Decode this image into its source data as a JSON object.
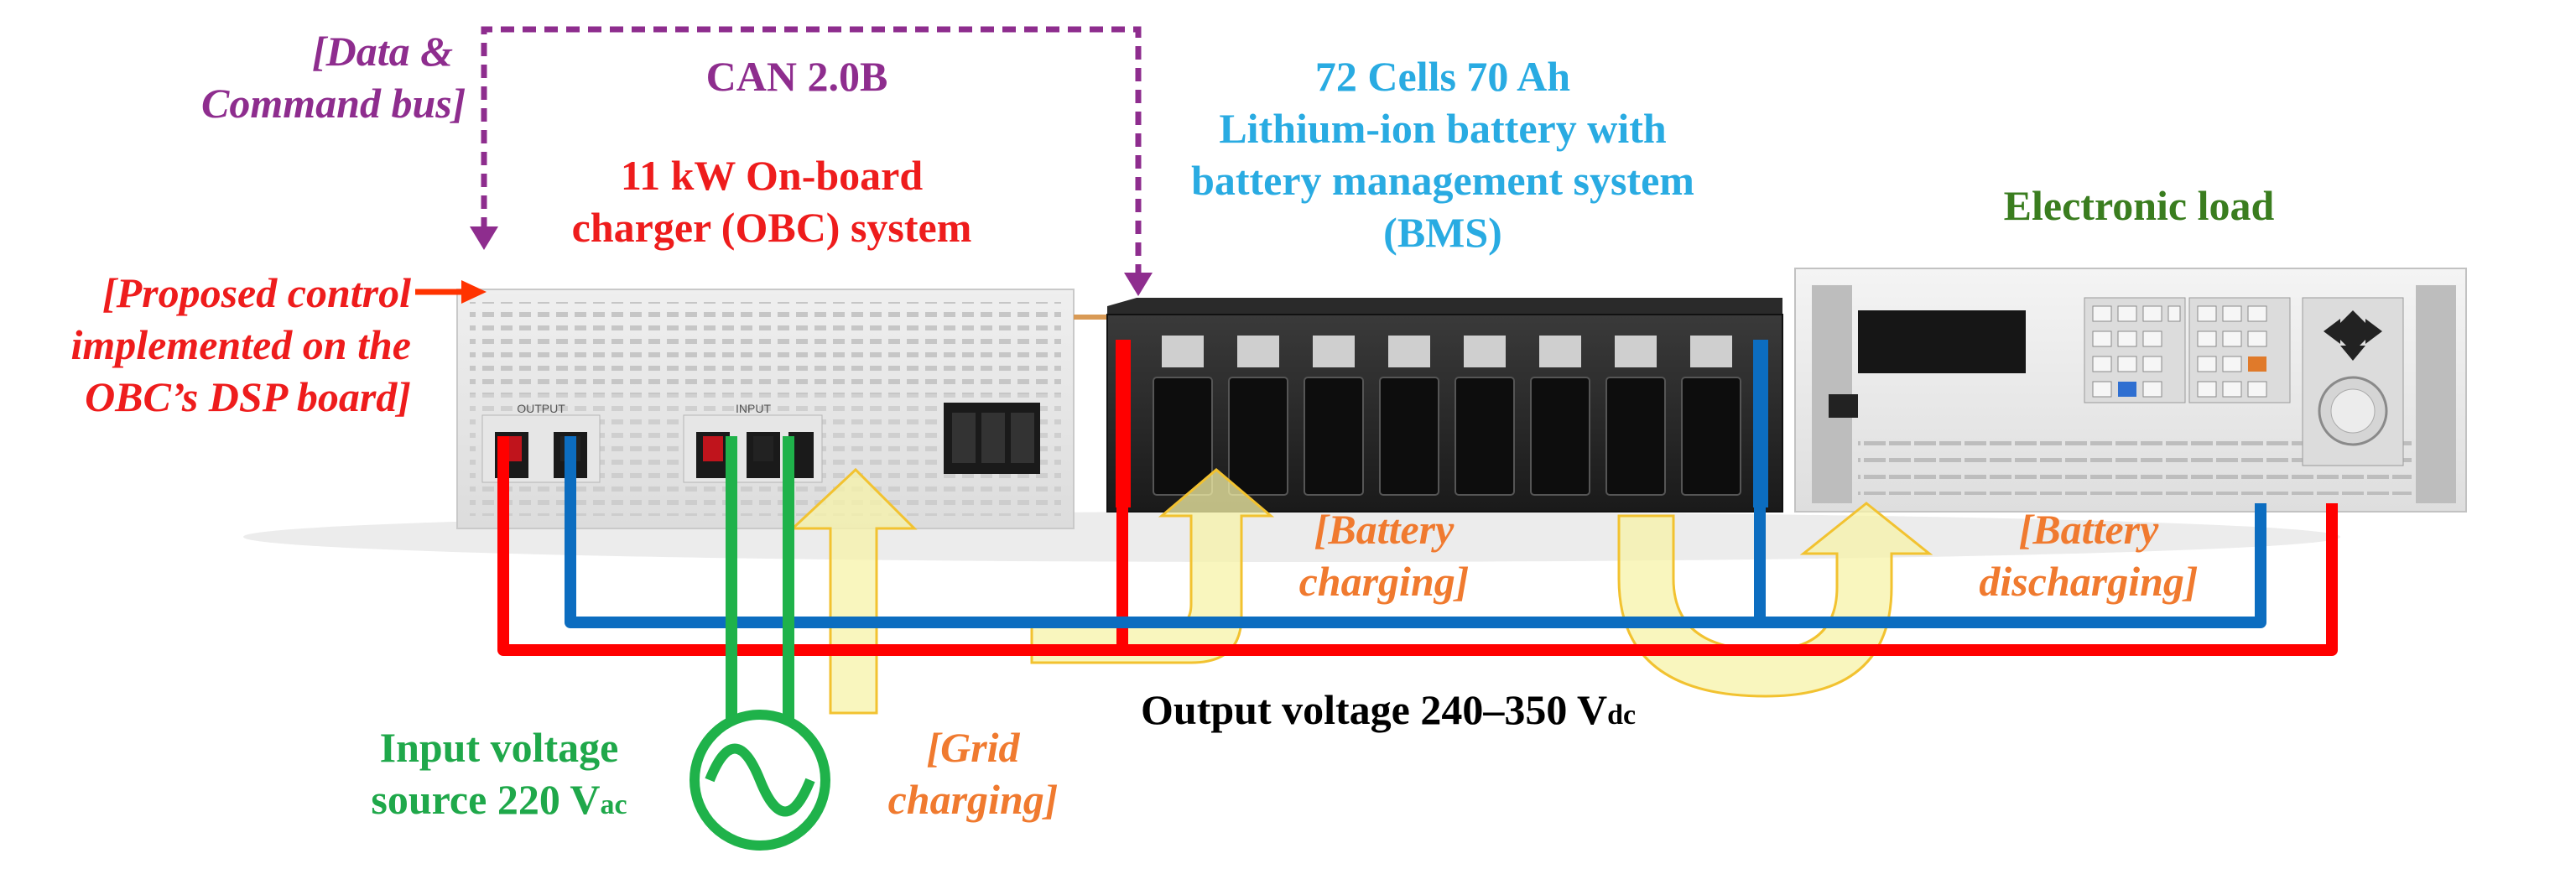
{
  "colors": {
    "can_bus": "#8e2d8e",
    "obc_label": "#ee1c1c",
    "battery_label": "#29abe2",
    "load_label": "#3a7d1f",
    "input_label": "#1fa84a",
    "battery_flow_label": "#f07a2f",
    "dc_positive": "#ff0000",
    "dc_negative": "#0c6dc0",
    "ac_line": "#1fb24a",
    "flow_arrow": "#f5f0a0"
  },
  "labels": {
    "data_bus_line1": "[Data &",
    "data_bus_line2": "Command bus]",
    "can": "CAN 2.0B",
    "obc_line1": "11 kW On-board",
    "obc_line2": "charger (OBC) system",
    "battery_line1": "72 Cells 70 Ah",
    "battery_line2": "Lithium-ion battery with",
    "battery_line3": "battery management system",
    "battery_line4": "(BMS)",
    "load": "Electronic load",
    "control_line1": "[Proposed control",
    "control_line2": "implemented on the",
    "control_line3": "OBC’s DSP board]",
    "battery_charging_line1": "[Battery",
    "battery_charging_line2": "charging]",
    "battery_discharging_line1": "[Battery",
    "battery_discharging_line2": "discharging]",
    "output_voltage": "Output voltage 240–350 V",
    "output_voltage_sub": "dc",
    "input_line1": "Input voltage",
    "input_line2": "source 220 V",
    "input_sub": "ac",
    "grid_line1": "[Grid",
    "grid_line2": "charging]"
  },
  "devices": {
    "obc_panel_output": "OUTPUT",
    "obc_panel_input": "INPUT"
  }
}
